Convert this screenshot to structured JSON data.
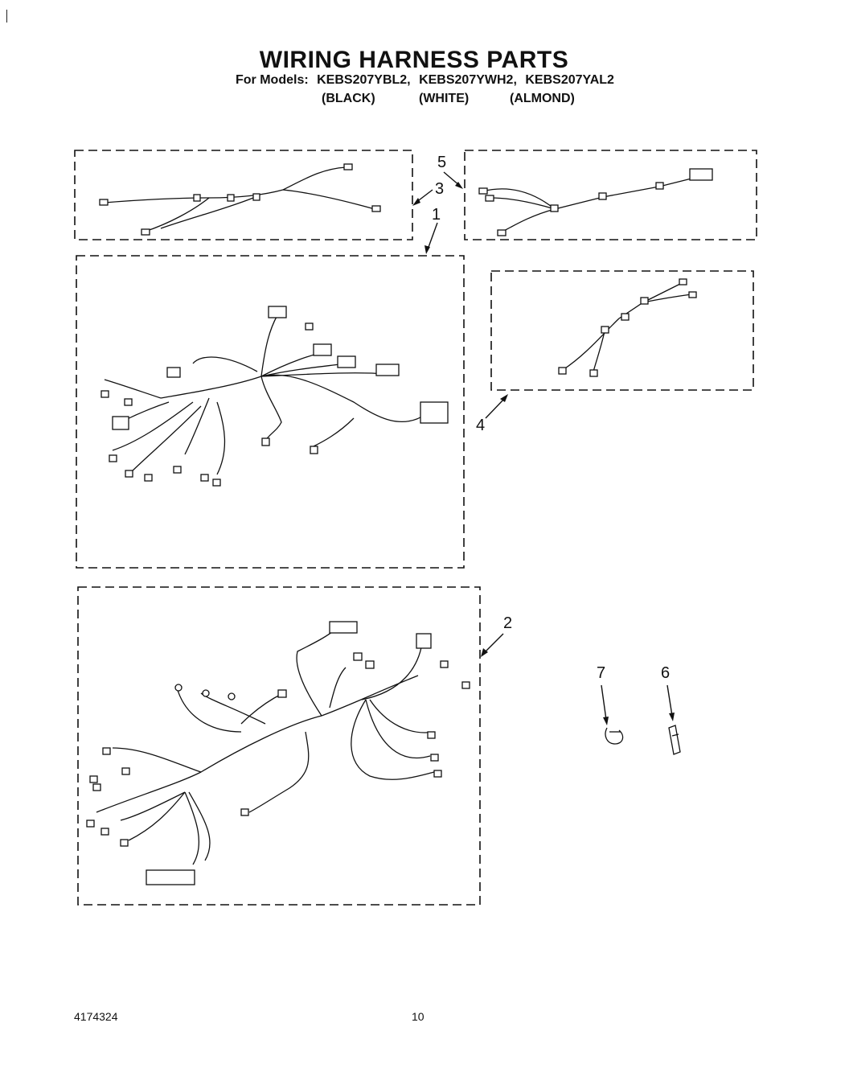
{
  "header": {
    "title": "WIRING HARNESS PARTS",
    "models_prefix": "For Models:",
    "models": [
      "KEBS207YBL2,",
      "KEBS207YWH2,",
      "KEBS207YAL2"
    ],
    "colors": [
      "(BLACK)",
      "(WHITE)",
      "(ALMOND)"
    ]
  },
  "callouts": [
    "1",
    "2",
    "3",
    "4",
    "5",
    "6",
    "7"
  ],
  "footer": {
    "document_number": "4174324",
    "page_number": "10"
  }
}
